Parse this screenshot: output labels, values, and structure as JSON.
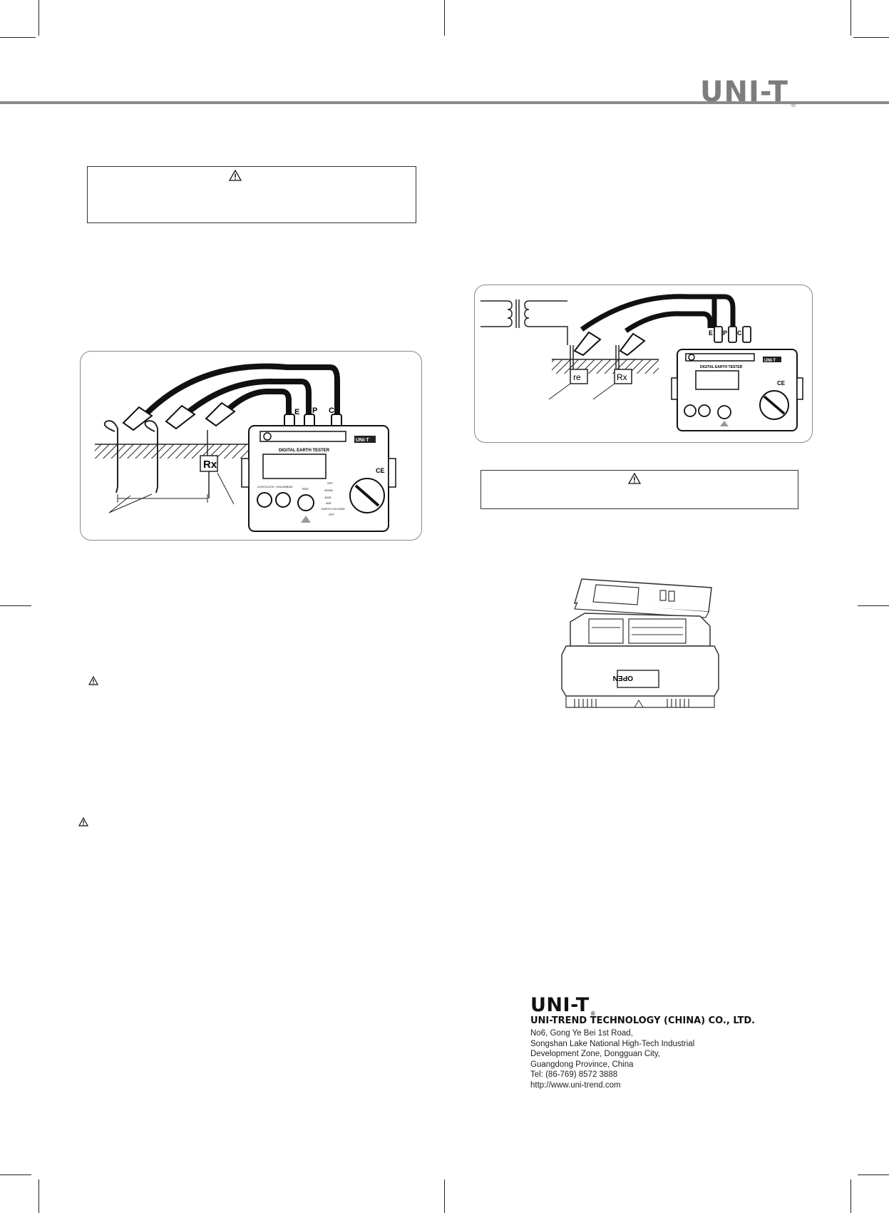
{
  "header": {
    "brand": "UNI-T",
    "registered_mark": "®"
  },
  "figure_left": {
    "terminal_labels": [
      "E",
      "P",
      "C"
    ],
    "rx_label": "Rx",
    "device_brand": "UNI-T",
    "device_name": "DIGITAL EARTH TESTER",
    "knob_labels": [
      "OFF",
      "4000Ω",
      "400Ω",
      "40Ω",
      "EARTH VOLTAGE",
      "OFF"
    ],
    "button_labels": [
      "LIGHT/LOCK",
      "HOLD/MEAS",
      "TEST"
    ]
  },
  "figure_right": {
    "terminal_labels": [
      "E",
      "P",
      "C"
    ],
    "re_label": "re",
    "rx_label": "Rx",
    "device_brand": "UNI-T",
    "device_name": "DIGITAL EARTH TESTER"
  },
  "battery_figure": {
    "open_label": "OPEN"
  },
  "footer": {
    "brand": "UNI-T",
    "registered_mark": "®",
    "company": "UNI-TREND TECHNOLOGY (CHINA) CO., LTD.",
    "address_lines": [
      "No6, Gong Ye Bei 1st Road,",
      "Songshan Lake National High-Tech Industrial",
      "Development Zone, Dongguan City,",
      "Guangdong Province, China",
      "Tel:  (86-769) 8572 3888",
      "http://www.uni-trend.com"
    ]
  },
  "icons": {
    "warning": "warning-triangle-icon"
  }
}
